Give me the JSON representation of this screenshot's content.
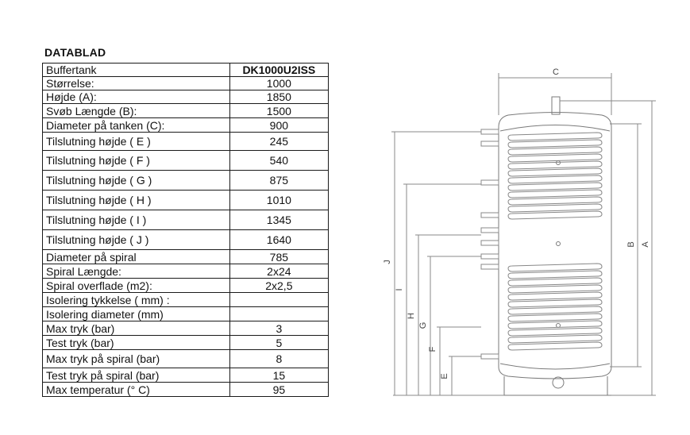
{
  "sheet_title": "DATABLAD",
  "header": {
    "label": "Buffertank",
    "value": "DK1000U2ISS"
  },
  "rows": [
    {
      "label": "Størrelse:",
      "value": "1000"
    },
    {
      "label": "Højde (A):",
      "value": "1850"
    },
    {
      "label": "Svøb Længde (B):",
      "value": "1500"
    },
    {
      "label": "Diameter på tanken (C):",
      "value": "900"
    },
    {
      "label": "Tilslutning højde ( E )",
      "value": "245"
    },
    {
      "label": "Tilslutning højde ( F )",
      "value": "540"
    },
    {
      "label": "Tilslutning højde ( G )",
      "value": "875"
    },
    {
      "label": "Tilslutning højde ( H )",
      "value": "1010"
    },
    {
      "label": "Tilslutning højde ( I )",
      "value": "1345"
    },
    {
      "label": "Tilslutning højde ( J )",
      "value": "1640"
    },
    {
      "label": "Diameter på spiral",
      "value": "785"
    },
    {
      "label": "Spiral Længde:",
      "value": "2x24"
    },
    {
      "label": "Spiral overflade (m2):",
      "value": "2x2,5"
    },
    {
      "label": "Isolering tykkelse ( mm) :",
      "value": ""
    },
    {
      "label": "Isolering diameter (mm)",
      "value": ""
    },
    {
      "label": "Max tryk (bar)",
      "value": "3"
    },
    {
      "label": "Test tryk (bar)",
      "value": "5"
    },
    {
      "label": "Max tryk på spiral (bar)",
      "value": "8"
    },
    {
      "label": "Test tryk på spiral (bar)",
      "value": "15"
    },
    {
      "label": "Max temperatur (° C)",
      "value": "95"
    }
  ],
  "drawing": {
    "labels": {
      "c": "C",
      "b": "B",
      "a": "A",
      "j": "J",
      "i": "I",
      "h": "H",
      "g": "G",
      "f": "F",
      "e": "E"
    }
  }
}
